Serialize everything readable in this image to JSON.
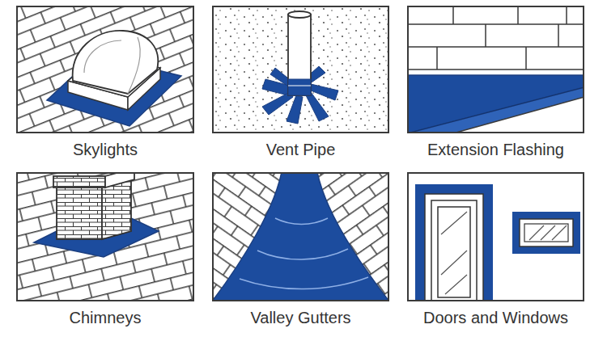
{
  "diagram": {
    "nodes": [
      {
        "text": [
          "Skylights"
        ]
      },
      {
        "text": [
          "Vent Pipe"
        ]
      },
      {
        "text": [
          "Extension Flashing"
        ]
      },
      {
        "text": [
          "Chimneys"
        ]
      },
      {
        "text": [
          "Valley Gutters"
        ]
      },
      {
        "text": [
          "Doors and Windows"
        ]
      }
    ]
  }
}
